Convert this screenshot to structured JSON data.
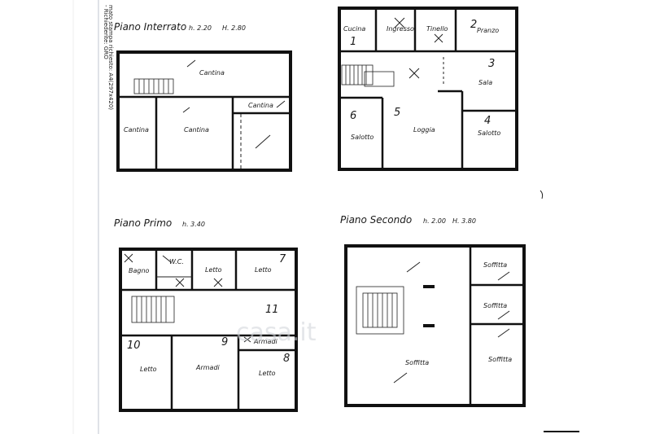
{
  "side_text": {
    "line1": "- Richiedente: GRO",
    "line2": "mato stampa richiesto: A4(297x420)"
  },
  "watermark": "casa.it",
  "floors": {
    "interrato": {
      "title": "Piano Interrato",
      "h1": "h. 2.20",
      "h2": "H. 2.80",
      "rooms": [
        "Cantina",
        "Cantina",
        "Cantina",
        "Cantina"
      ]
    },
    "terra": {
      "rooms": [
        "Cucina",
        "Ingresso",
        "Tinello",
        "Pranzo",
        "Sala",
        "Loggia",
        "Salotto",
        "Salotto"
      ],
      "numbers": [
        "1",
        "2",
        "3",
        "4",
        "5",
        "6"
      ]
    },
    "primo": {
      "title": "Piano Primo",
      "h1": "h. 3.40",
      "rooms": [
        "Bagno",
        "W.C.",
        "Letto",
        "Letto",
        "Letto",
        "Armadi",
        "Armadi",
        "Letto"
      ],
      "numbers": [
        "7",
        "8",
        "9",
        "10",
        "11"
      ]
    },
    "secondo": {
      "title": "Piano Secondo",
      "h1": "h. 2.00",
      "h2": "H. 3.80",
      "rooms": [
        "Soffitta",
        "Soffitta",
        "Soffitta",
        "Soffitta"
      ]
    }
  }
}
